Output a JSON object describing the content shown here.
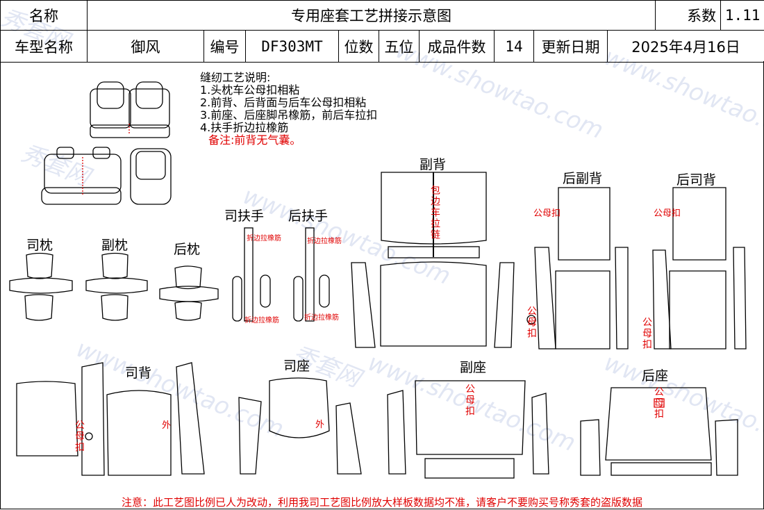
{
  "header": {
    "name_label": "名称",
    "title": "专用座套工艺拼接示意图",
    "coef_label": "系数",
    "coef_value": "1.11",
    "model_label": "车型名称",
    "model_value": "御风",
    "code_label": "编号",
    "code_value": "DF303MT",
    "seats_label": "位数",
    "seats_value": "五位",
    "pieces_label": "成品件数",
    "pieces_value": "14",
    "date_label": "更新日期",
    "date_value": "2025年4月16日"
  },
  "notes": {
    "title": "缝纫工艺说明:",
    "lines": [
      "1.头枕车公母扣相粘",
      "2.前背、后背面与后车公母扣相粘",
      "3.前座、后座脚吊橡筋，前后车拉扣",
      "4.扶手折边拉橡筋"
    ],
    "remark": "备注:前背无气囊。"
  },
  "labels": {
    "driver_headrest": "司枕",
    "passenger_headrest": "副枕",
    "rear_headrest": "后枕",
    "driver_armrest": "司扶手",
    "rear_armrest": "后扶手",
    "passenger_back": "副背",
    "rear_passenger_back": "后副背",
    "rear_driver_back": "后司背",
    "driver_back": "司背",
    "driver_seat": "司座",
    "passenger_seat": "副座",
    "rear_seat": "后座"
  },
  "annotations": {
    "fold_elastic": "折边拉橡筋",
    "snap": "公母扣",
    "zipper_edge": "包边车拉链",
    "outer": "外",
    "vertical_snap": "公母扣"
  },
  "watermark": "www.showtao.com",
  "watermark_brand": "秀套网",
  "footer": "注意：此工艺图比例已人为改动，利用我司工艺图比例放大样板数据均不准，请客户不要购买号称秀套的盗版数据"
}
